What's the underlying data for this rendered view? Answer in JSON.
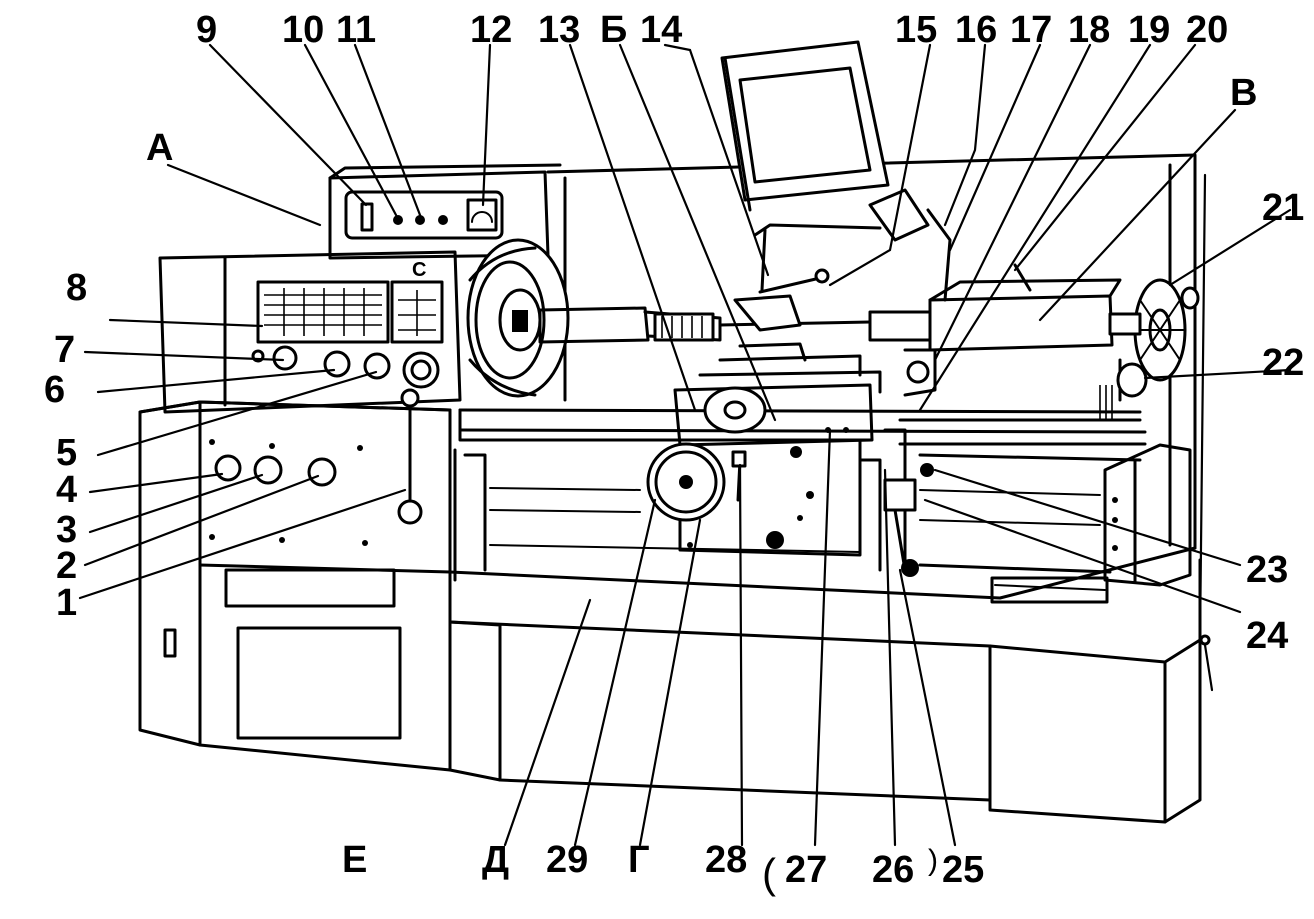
{
  "labels": {
    "A": "A",
    "B": "Б",
    "V": "В",
    "G": "Г",
    "D": "Д",
    "E": "Е",
    "n1": "1",
    "n2": "2",
    "n3": "3",
    "n4": "4",
    "n5": "5",
    "n6": "6",
    "n7": "7",
    "n8": "8",
    "n9": "9",
    "n10": "10",
    "n11": "11",
    "n12": "12",
    "n13": "13",
    "n14": "14",
    "n15": "15",
    "n16": "16",
    "n17": "17",
    "n18": "18",
    "n19": "19",
    "n20": "20",
    "n21": "21",
    "n22": "22",
    "n23": "23",
    "n24": "24",
    "n25": "25",
    "n26": "26",
    "n27": "27",
    "n28": "28",
    "n29": "29",
    "panel_mark": "C",
    "paren_open": "(",
    "paren_close": ")"
  }
}
